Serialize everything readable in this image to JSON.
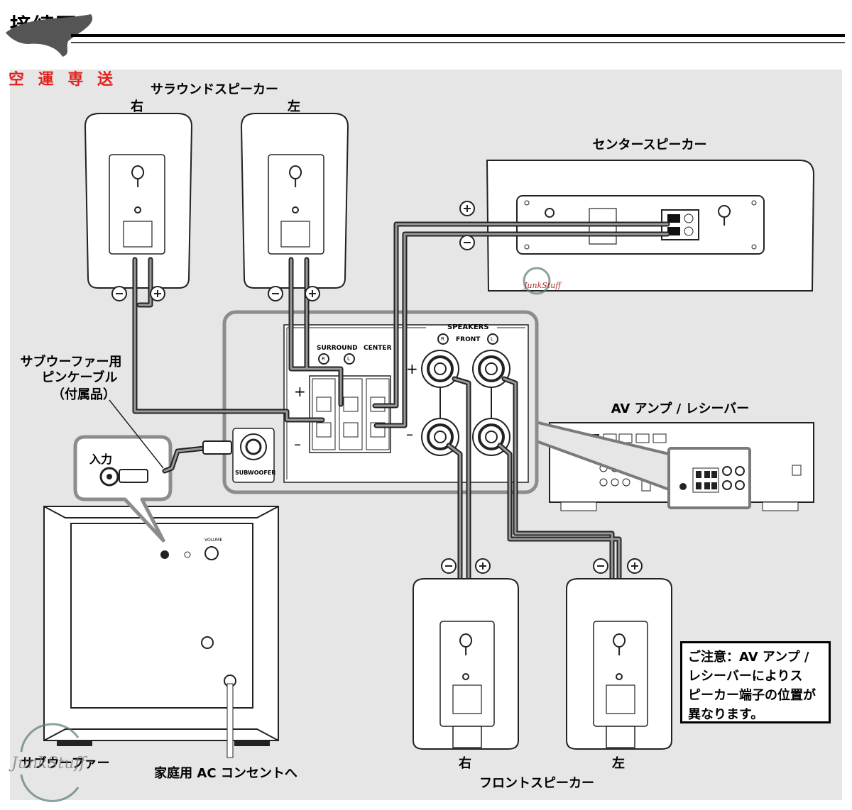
{
  "header": {
    "title": "接続図"
  },
  "stamp": {
    "text": "空 運 専 送"
  },
  "labels": {
    "surround_speakers": "サラウンドスピーカー",
    "surround_right": "右",
    "surround_left": "左",
    "center_speaker": "センタースピーカー",
    "subwoofer_cable_line1": "サブウーファー用",
    "subwoofer_cable_line2": "ピンケーブル",
    "subwoofer_cable_line3": "（付属品）",
    "input": "入力",
    "av_amp": "AV アンプ / レシーバー",
    "subwoofer": "サブウーファー",
    "ac_outlet": "家庭用 AC コンセントへ",
    "front_right": "右",
    "front_left": "左",
    "front_speakers": "フロントスピーカー",
    "plus": "+",
    "minus": "–"
  },
  "panel": {
    "speakers": "SPEAKERS",
    "front": "FRONT",
    "surround": "SURROUND",
    "center": "CENTER",
    "subwoofer_jack": "SUBWOOFER",
    "r": "R",
    "l": "L"
  },
  "subwoofer_panel": {
    "volume": "VOLUME"
  },
  "note": {
    "line1": "ご注意：AV アンプ /",
    "line2": "レシーバーによりス",
    "line3": "ピーカー端子の位置が",
    "line4": "異なります。"
  },
  "watermark": {
    "text": "JunkStuff"
  },
  "colors": {
    "panel_bg": "#e6e6e6",
    "diagram_border": "#8c8c8c",
    "stamp_red": "#e2211c",
    "cable_gray": "#7a7a7a"
  }
}
